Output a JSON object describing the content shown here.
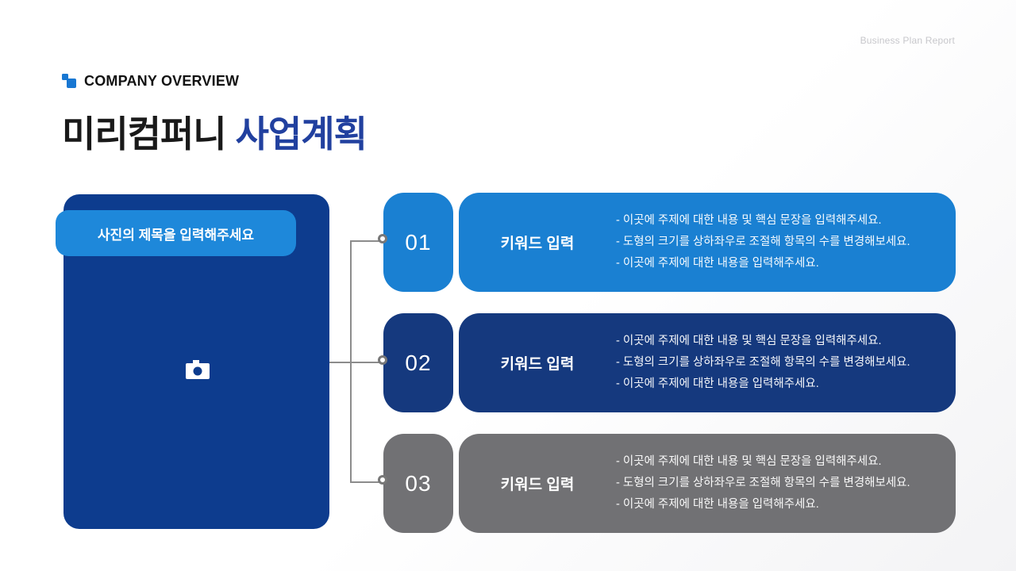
{
  "page": {
    "report_label": "Business Plan Report"
  },
  "header": {
    "eyebrow": "COMPANY OVERVIEW",
    "title_black": "미리컴퍼니",
    "title_blue": "사업계획"
  },
  "photo_card": {
    "badge_label": "사진의 제목을 입력해주세요",
    "icon": "camera-icon",
    "card_color": "#0d3c8e",
    "badge_color": "#1e88da"
  },
  "rows": [
    {
      "number": "01",
      "keyword": "키워드 입력",
      "color": "#1a80d2",
      "bullets": [
        "- 이곳에 주제에 대한 내용 및 핵심 문장을 입력해주세요.",
        "- 도형의 크기를 상하좌우로 조절해 항목의 수를 변경해보세요.",
        "- 이곳에 주제에 대한 내용을 입력해주세요."
      ]
    },
    {
      "number": "02",
      "keyword": "키워드 입력",
      "color": "#15397e",
      "bullets": [
        "- 이곳에 주제에 대한 내용 및 핵심 문장을 입력해주세요.",
        "- 도형의 크기를 상하좌우로 조절해 항목의 수를 변경해보세요.",
        "- 이곳에 주제에 대한 내용을 입력해주세요."
      ]
    },
    {
      "number": "03",
      "keyword": "키워드 입력",
      "color": "#717174",
      "bullets": [
        "- 이곳에 주제에 대한 내용 및 핵심 문장을 입력해주세요.",
        "- 도형의 크기를 상하좌우로 조절해 항목의 수를 변경해보세요.",
        "- 이곳에 주제에 대한 내용을 입력해주세요."
      ]
    }
  ],
  "colors": {
    "title_blue": "#21409f",
    "title_black": "#191919",
    "accent_blue": "#1877d2",
    "connector_gray": "#8c8c8c",
    "report_label_gray": "#c7c7cb"
  }
}
